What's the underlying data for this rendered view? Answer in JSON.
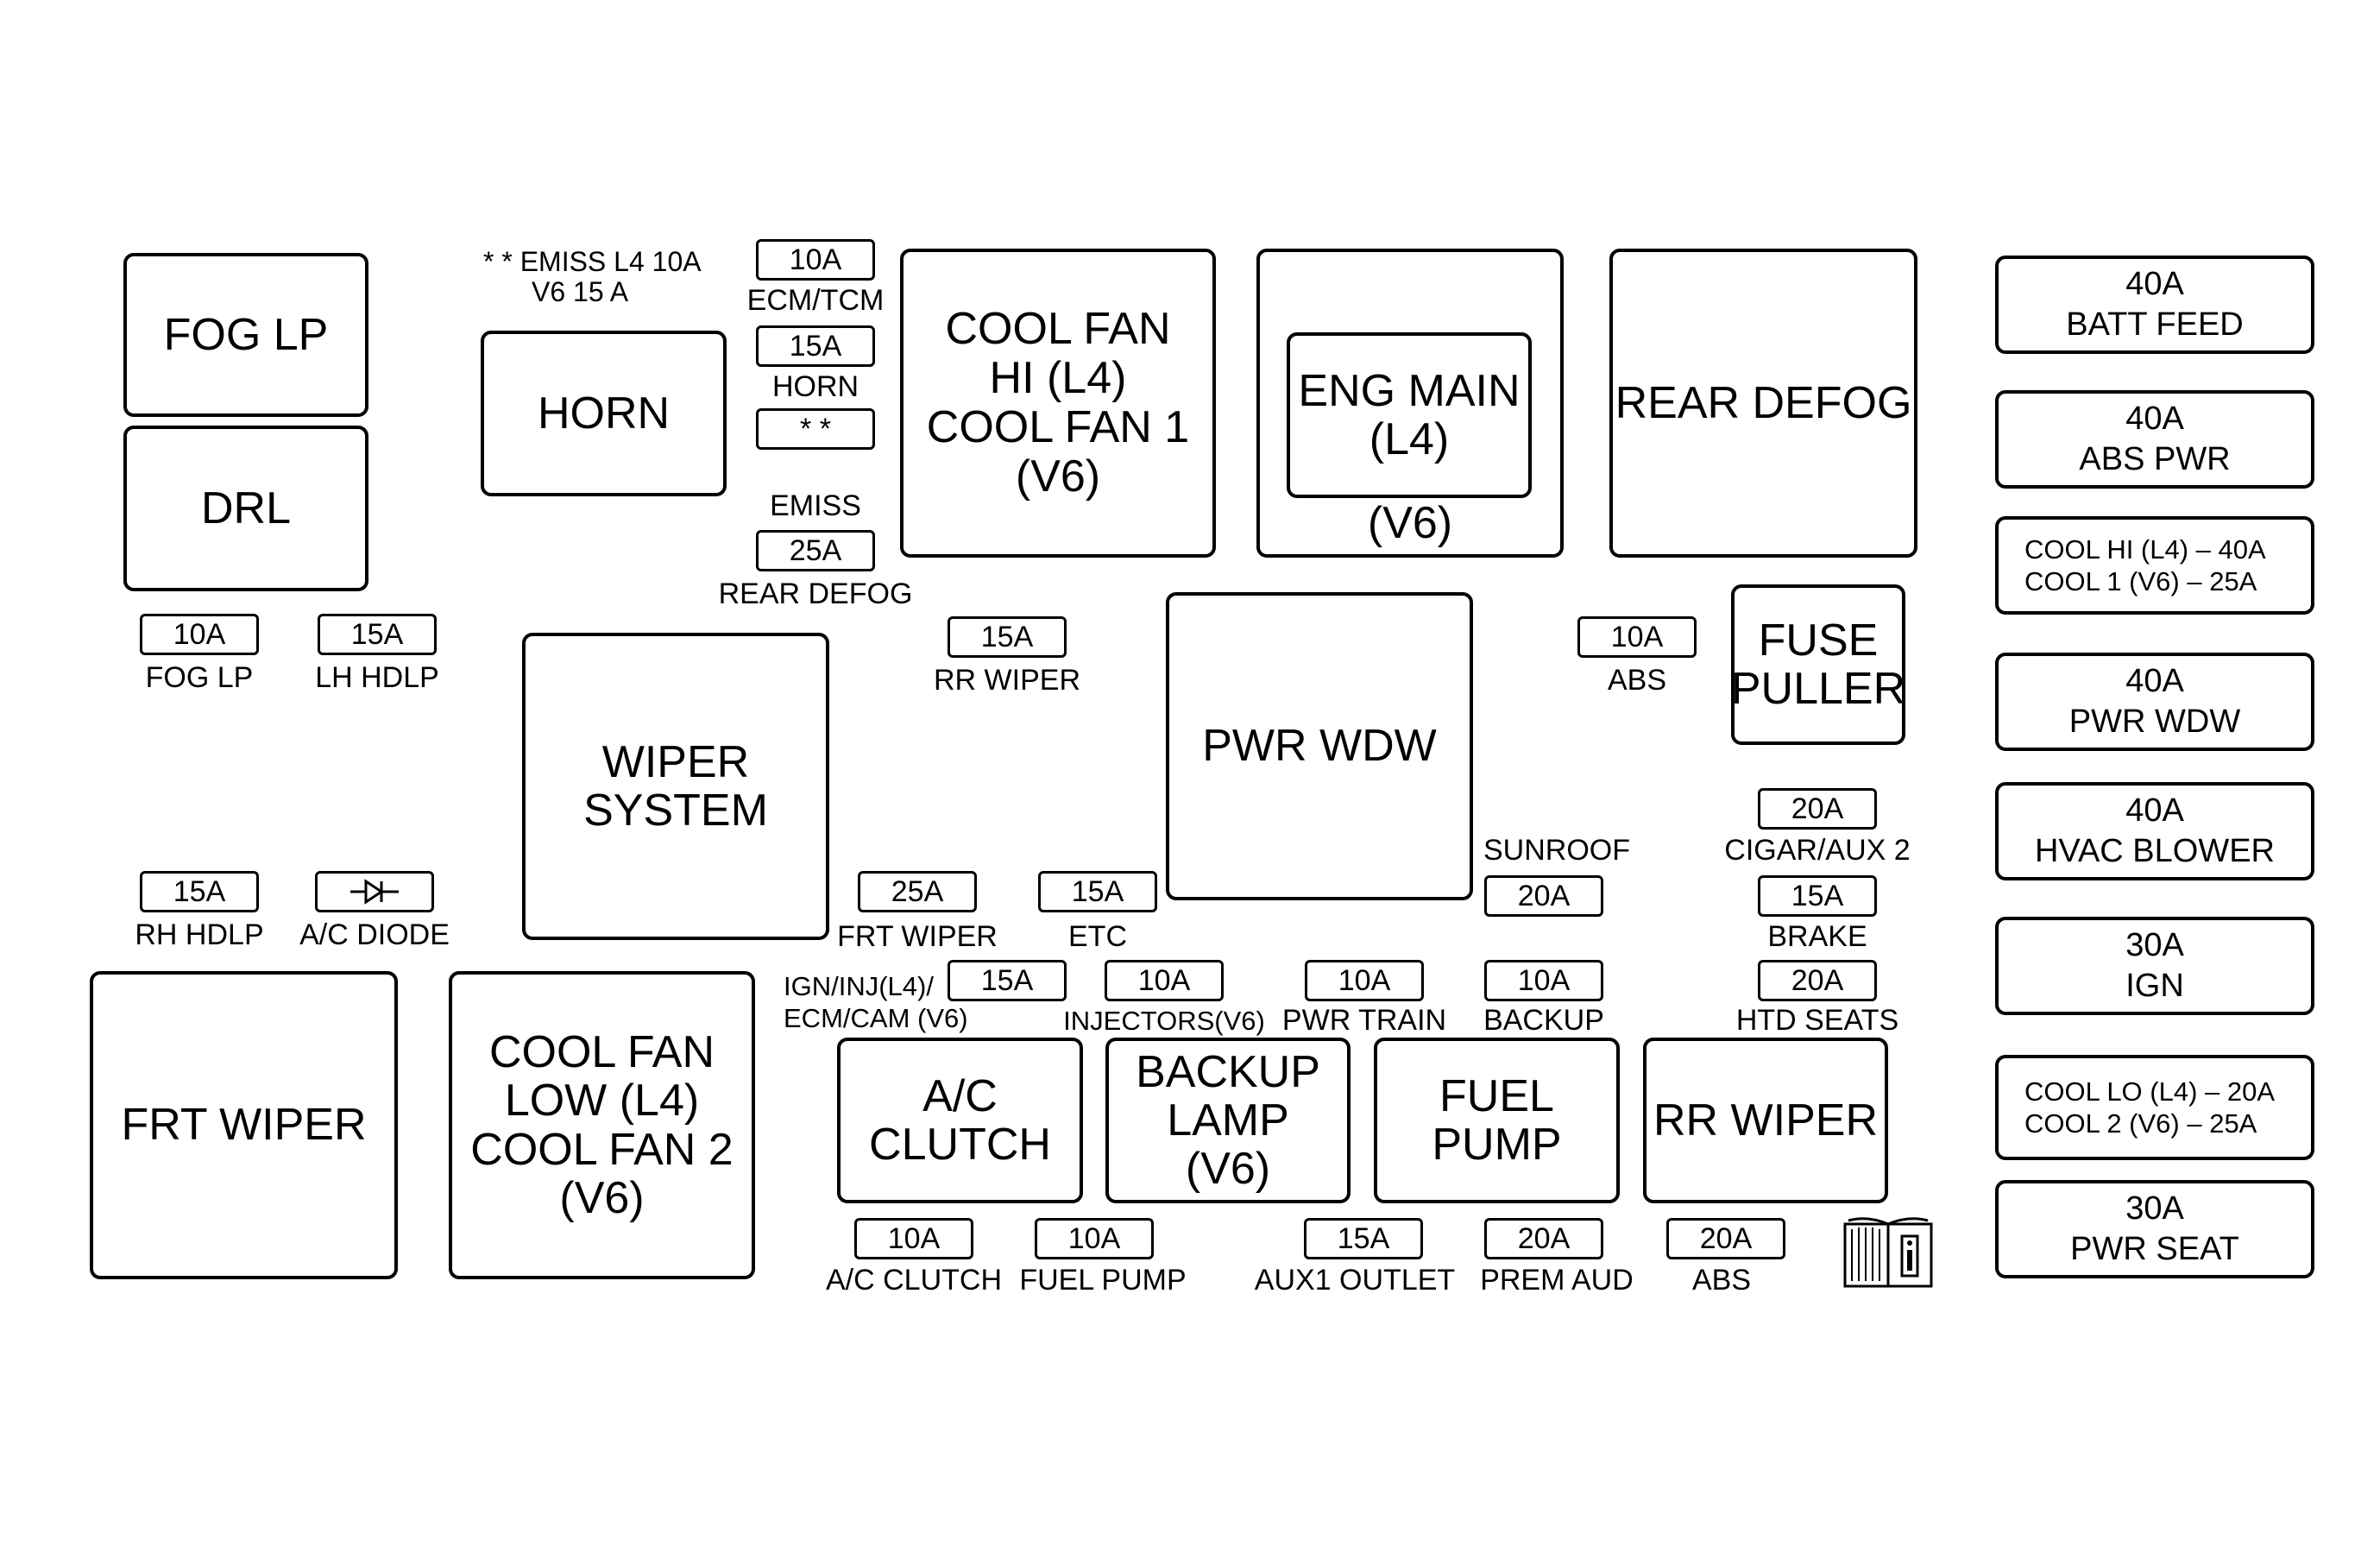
{
  "relays": {
    "fog_lp": "FOG LP",
    "drl": "DRL",
    "horn": "HORN",
    "cool_fan_hi": [
      "COOL FAN",
      "HI (L4)",
      "COOL FAN 1",
      "(V6)"
    ],
    "eng_main": [
      "ENG MAIN",
      "(L4)"
    ],
    "eng_main_v6": "(V6)",
    "rear_defog": "REAR DEFOG",
    "wiper_system": [
      "WIPER",
      "SYSTEM"
    ],
    "pwr_wdw": "PWR WDW",
    "fuse_puller": [
      "FUSE",
      "PULLER"
    ],
    "frt_wiper": "FRT WIPER",
    "cool_fan_low": [
      "COOL FAN",
      "LOW (L4)",
      "COOL FAN 2",
      "(V6)"
    ],
    "ac_clutch": [
      "A/C",
      "CLUTCH"
    ],
    "backup_lamp": [
      "BACKUP",
      "LAMP",
      "(V6)"
    ],
    "fuel_pump": [
      "FUEL",
      "PUMP"
    ],
    "rr_wiper": "RR WIPER"
  },
  "emiss_note": [
    "* * EMISS L4 10A",
    "V6  15 A"
  ],
  "fuses": {
    "ecm_tcm": {
      "rating": "10A",
      "label": "ECM/TCM"
    },
    "horn": {
      "rating": "15A",
      "label": "HORN"
    },
    "emiss": {
      "rating": "* *",
      "label": "EMISS"
    },
    "rear_defog": {
      "rating": "25A",
      "label": "REAR DEFOG"
    },
    "fog_lp": {
      "rating": "10A",
      "label": "FOG LP"
    },
    "lh_hdlp": {
      "rating": "15A",
      "label": "LH HDLP"
    },
    "rr_wiper": {
      "rating": "15A",
      "label": "RR WIPER"
    },
    "abs_mid": {
      "rating": "10A",
      "label": "ABS"
    },
    "rh_hdlp": {
      "rating": "15A",
      "label": "RH HDLP"
    },
    "ac_diode": {
      "label": "A/C DIODE"
    },
    "frt_wiper": {
      "rating": "25A",
      "label": "FRT WIPER"
    },
    "etc": {
      "rating": "15A",
      "label": "ETC"
    },
    "sunroof": {
      "rating": "20A",
      "label": "SUNROOF"
    },
    "cigar_aux2": {
      "rating": "20A",
      "label": "CIGAR/AUX 2"
    },
    "brake": {
      "rating": "15A",
      "label": "BRAKE"
    },
    "ign_inj": {
      "rating": "15A",
      "label": [
        "IGN/INJ(L4)/",
        "ECM/CAM (V6)"
      ]
    },
    "injectors": {
      "rating": "10A",
      "label": "INJECTORS(V6)"
    },
    "pwr_train": {
      "rating": "10A",
      "label": "PWR TRAIN"
    },
    "backup": {
      "rating": "10A",
      "label": "BACKUP"
    },
    "htd_seats": {
      "rating": "20A",
      "label": "HTD SEATS"
    },
    "ac_clutch": {
      "rating": "10A",
      "label": "A/C CLUTCH"
    },
    "fuel_pump": {
      "rating": "10A",
      "label": "FUEL PUMP"
    },
    "aux1_outlet": {
      "rating": "15A",
      "label": "AUX1 OUTLET"
    },
    "prem_aud": {
      "rating": "20A",
      "label": "PREM AUD"
    },
    "abs_low": {
      "rating": "20A",
      "label": "ABS"
    }
  },
  "maxi_fuses": [
    [
      "40A",
      "BATT FEED"
    ],
    [
      "40A",
      "ABS PWR"
    ],
    [
      "COOL HI (L4) – 40A",
      "COOL 1 (V6) – 25A"
    ],
    [
      "40A",
      "PWR WDW"
    ],
    [
      "40A",
      "HVAC BLOWER"
    ],
    [
      "30A",
      "IGN"
    ],
    [
      "COOL LO (L4) – 20A",
      "COOL 2 (V6) – 25A"
    ],
    [
      "30A",
      "PWR SEAT"
    ]
  ]
}
